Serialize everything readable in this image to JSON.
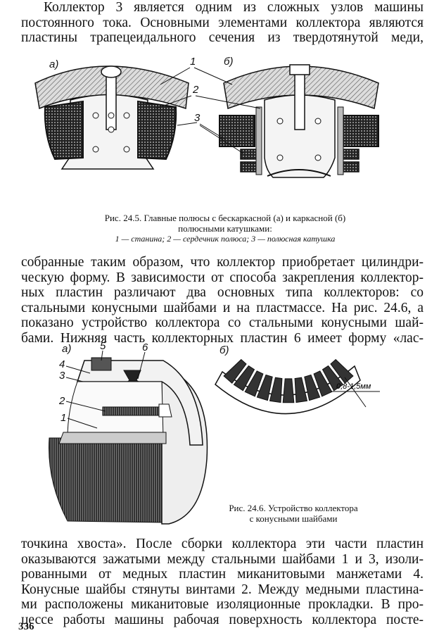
{
  "para1": {
    "line1": "Коллектор 3 является одним из сложных узлов машины",
    "line2": "постоянного тока. Основными элементами коллектора являются",
    "line3": "пластины трапецеидального сечения из твердотянутой меди,"
  },
  "figure_24_5": {
    "label_a": "а)",
    "label_b": "б)",
    "callouts": [
      "1",
      "2",
      "3"
    ],
    "caption_line1": "Рис. 24.5. Главные полюсы с бескаркасной (а) и каркасной (б)",
    "caption_line2": "полюсными катушками:",
    "caption_line3": "1 — станина; 2 — сердечник полюса; 3 — полюсная катушка"
  },
  "para2": {
    "line1": "собранные таким образом, что коллектор приобретает цилиндри-",
    "line2": "ческую форму. В зависимости от способа закрепления коллектор-",
    "line3": "ных пластин различают два основных типа коллекторов: со",
    "line4": "стальными конусными шайбами и на пластмассе. На рис. 24.6, а",
    "line5": "показано устройство коллектора со стальными конусными шай-",
    "line6": "бами. Нижняя часть коллекторных пластин 6 имеет форму «лас-"
  },
  "figure_24_6": {
    "label_a": "а)",
    "label_b": "б)",
    "callouts": [
      "5",
      "6",
      "4",
      "3",
      "2",
      "1"
    ],
    "dimension": "0,8-1,5мм",
    "caption_line1": "Рис. 24.6. Устройство коллектора",
    "caption_line2": "с конусными шайбами"
  },
  "para3": {
    "line1": "точкина хвоста». После сборки коллектора эти части пластин",
    "line2": "оказываются зажатыми между стальными шайбами 1 и 3, изоли-",
    "line3": "рованными от медных пластин миканитовыми манжетами 4.",
    "line4": "Конусные шайбы стянуты винтами 2. Между медными пластина-",
    "line5": "ми расположены миканитовые изоляционные прокладки. В про-",
    "line6": "цессе работы машины рабочая поверхность коллектора посте-"
  },
  "page_number": "336"
}
